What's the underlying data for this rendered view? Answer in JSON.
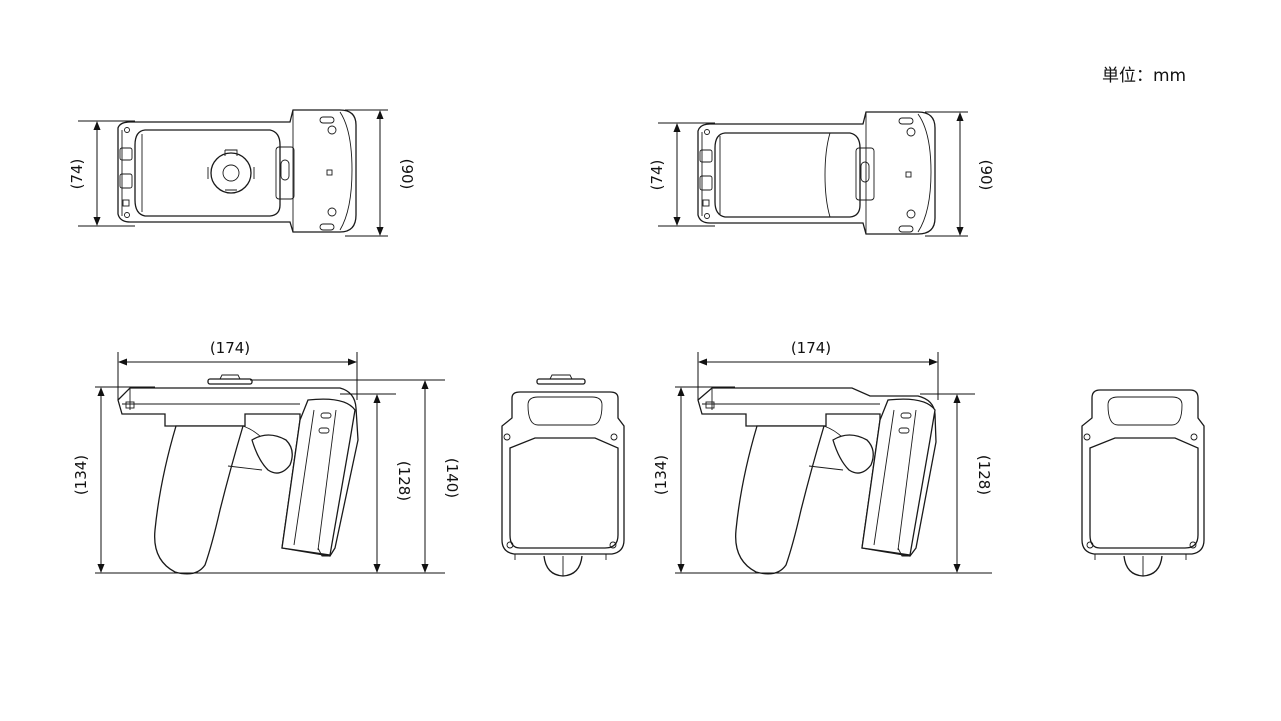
{
  "unit_label": "単位：mm",
  "dimensions": {
    "top_left_depth": "(74)",
    "top_left_width": "(90)",
    "top_right_depth": "(74)",
    "top_right_width": "(90)",
    "side_left_length": "(174)",
    "side_left_height_a": "(134)",
    "side_left_height_b": "(128)",
    "side_left_height_c": "(140)",
    "side_right_length": "(174)",
    "side_right_height_a": "(134)",
    "side_right_height_b": "(128)"
  }
}
